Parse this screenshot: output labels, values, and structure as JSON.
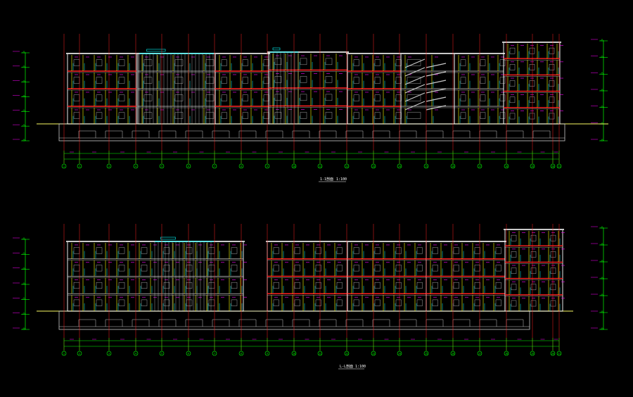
{
  "drawing": {
    "background": "#000000",
    "colors": {
      "outline": "#ffffff",
      "grid": "#00ff00",
      "floor": "#ff2020",
      "column": "#ffff00",
      "glass": "#00ffff",
      "wall": "#c8c8c8",
      "tag": "#ff00ff",
      "ground": "#c8c850"
    }
  },
  "sections": [
    {
      "id": "section-1",
      "caption": "1-1剖面",
      "scale": "1:100",
      "axis_labels": [
        "1",
        "2",
        "3",
        "4",
        "5",
        "6",
        "7",
        "8",
        "9",
        "10",
        "11",
        "12",
        "13",
        "14",
        "15",
        "16",
        "17",
        "18",
        "19",
        "20",
        "21",
        "22"
      ]
    },
    {
      "id": "section-2",
      "caption": "L-L剖面",
      "scale": "1:100",
      "axis_labels": [
        "1",
        "2",
        "3",
        "4",
        "5",
        "6",
        "7",
        "8",
        "9",
        "10",
        "11",
        "12",
        "13",
        "14",
        "15",
        "16",
        "17",
        "18",
        "19",
        "20",
        "21",
        "22"
      ]
    }
  ]
}
